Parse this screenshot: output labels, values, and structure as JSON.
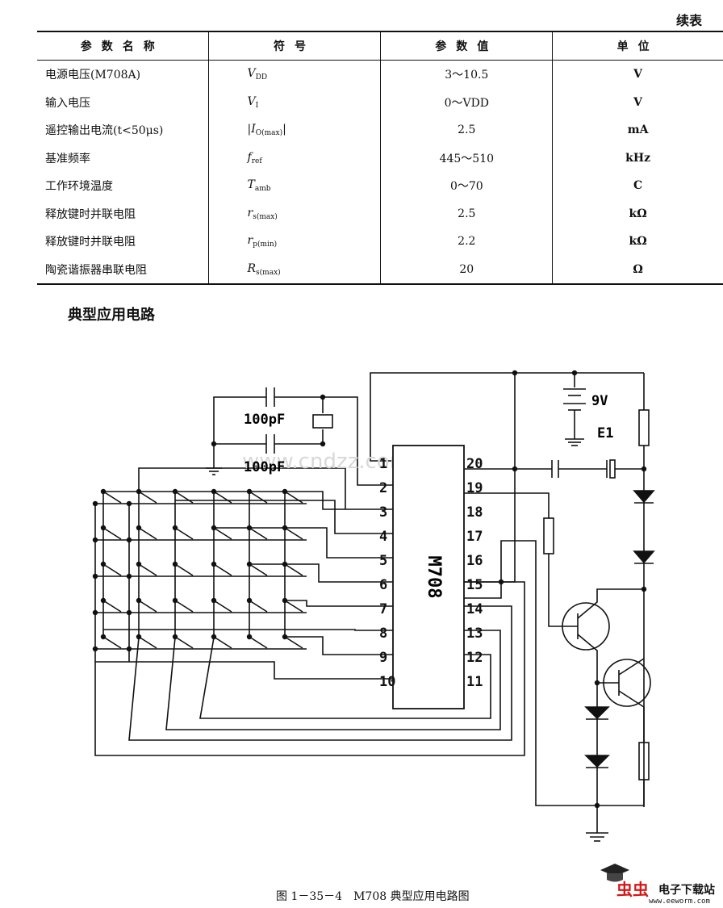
{
  "continued_label": "续表",
  "table": {
    "headers": [
      "参数名称",
      "符号",
      "参数值",
      "单位"
    ],
    "rows": [
      {
        "name": "电源电压(M708A)",
        "sym": "V",
        "sub": "DD",
        "pre": "",
        "post": "",
        "value": "3～10.5",
        "unit": "V"
      },
      {
        "name": "输入电压",
        "sym": "V",
        "sub": "I",
        "pre": "",
        "post": "",
        "value": "0～VDD",
        "unit": "V"
      },
      {
        "name": "遥控输出电流(t<50μs)",
        "sym": "I",
        "sub": "O(max)",
        "pre": "|",
        "post": "|",
        "value": "2.5",
        "unit": "mA"
      },
      {
        "name": "基准频率",
        "sym": "f",
        "sub": "ref",
        "pre": "",
        "post": "",
        "value": "445～510",
        "unit": "kHz"
      },
      {
        "name": "工作环境温度",
        "sym": "T",
        "sub": "amb",
        "pre": "",
        "post": "",
        "value": "0～70",
        "unit": "C"
      },
      {
        "name": "释放键时并联电阻",
        "sym": "r",
        "sub": "s(max)",
        "pre": "",
        "post": "",
        "value": "2.5",
        "unit": "kΩ"
      },
      {
        "name": "释放键时并联电阻",
        "sym": "r",
        "sub": "p(min)",
        "pre": "",
        "post": "",
        "value": "2.2",
        "unit": "kΩ"
      },
      {
        "name": "陶瓷谐振器串联电阻",
        "sym": "R",
        "sub": "s(max)",
        "pre": "",
        "post": "",
        "value": "20",
        "unit": "Ω"
      }
    ]
  },
  "section_title": "典型应用电路",
  "circuit": {
    "chip_label": "M708",
    "left_pins": [
      "1",
      "2",
      "3",
      "4",
      "5",
      "6",
      "7",
      "8",
      "9",
      "10"
    ],
    "right_pins": [
      "20",
      "19",
      "18",
      "17",
      "16",
      "15",
      "14",
      "13",
      "12",
      "11"
    ],
    "cap1_label": "100pF",
    "cap2_label": "100pF",
    "battery_label": "9V",
    "battery_ref": "E1",
    "watermark": "www.cndzz.com"
  },
  "caption": "图 1－35－4　M708 典型应用电路图",
  "logo": {
    "bugs": "虫虫",
    "name": "电子下载站",
    "url": "www.eeworm.com"
  }
}
